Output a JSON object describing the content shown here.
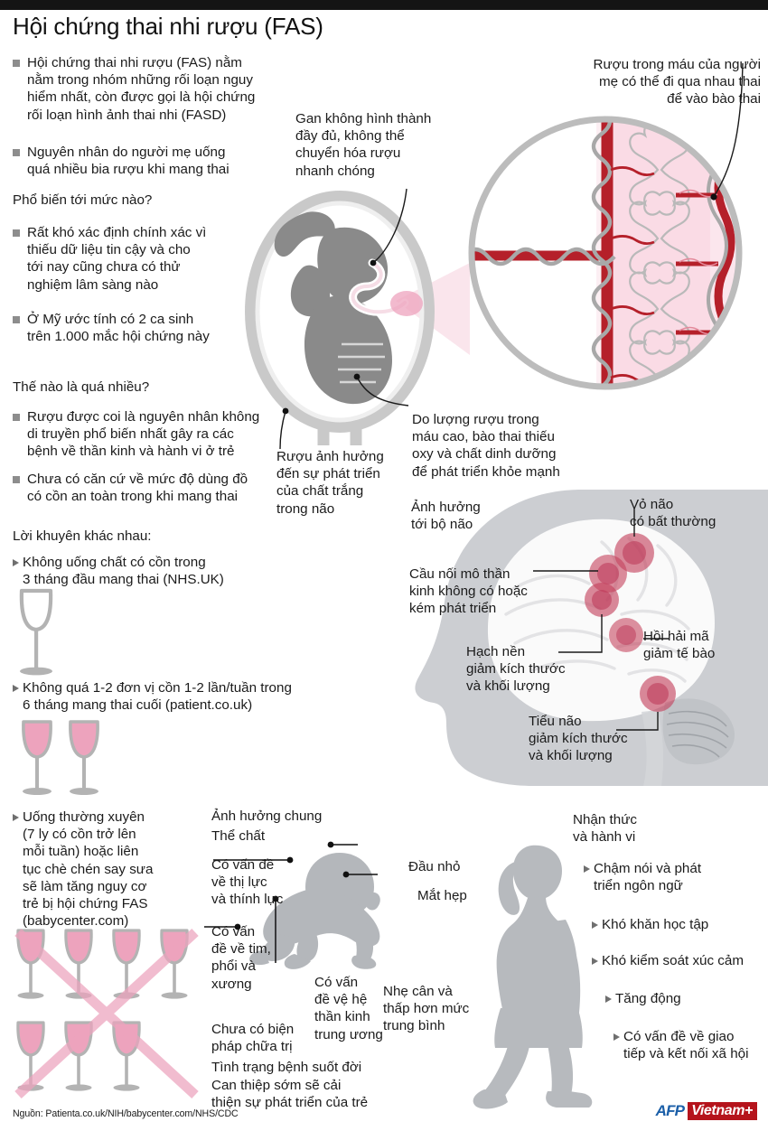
{
  "header": {
    "title": "Hội chứng thai nhi rượu (FAS)"
  },
  "left_column": {
    "intro_bullets": [
      "Hội chứng thai nhi rượu (FAS) nằm\nnằm trong nhóm những rối loạn nguy\nhiểm nhất, còn được gọi là hội chứng\nrối loạn hình ảnh thai nhi (FASD)",
      "Nguyên nhân do người mẹ uống\nquá nhiều bia rượu khi mang thai"
    ],
    "section_prevalence": {
      "heading": "Phổ biến tới mức nào?",
      "bullets": [
        "Rất khó xác định chính xác vì\nthiếu dữ liệu tin cậy và cho\ntới nay cũng chưa có thử\nnghiệm lâm sàng nào",
        "Ở Mỹ ước tính có 2 ca sinh\ntrên 1.000 mắc hội chứng này"
      ]
    },
    "section_howmuch": {
      "heading": "Thế nào là quá nhiều?",
      "bullets": [
        "Rượu được coi là nguyên nhân không\ndi truyền phổ biến nhất gây ra các\nbệnh về thần kinh và hành vi ở trẻ",
        "Chưa có căn cứ về mức độ dùng đồ\ncó cồn an toàn trong khi mang thai"
      ]
    },
    "section_advice": {
      "heading": "Lời khuyên khác nhau:",
      "items": [
        "Không uống chất có cồn trong\n3 tháng đầu mang thai (NHS.UK)",
        "Không quá 1-2 đơn vị cồn 1-2 lần/tuần trong\n6 tháng mang thai cuối (patient.co.uk)",
        "Uống thường xuyên\n(7 ly có cồn trở lên\nmỗi tuần) hoặc liên\ntục chè chén say sưa\nsẽ làm tăng nguy cơ\ntrẻ bị hội chứng FAS\n(babycenter.com)"
      ],
      "glass_groups": [
        {
          "name": "single-empty-glass",
          "count": 1,
          "filled": false,
          "crossed": false
        },
        {
          "name": "two-filled-glasses",
          "count": 2,
          "filled": true,
          "crossed": false
        },
        {
          "name": "seven-filled-glasses-crossed",
          "count": 7,
          "filled": true,
          "crossed": true
        }
      ]
    }
  },
  "fetus_diagram": {
    "labels": {
      "liver": "Gan không hình thành\nđầy đủ, không thể\nchuyển hóa rượu\nnhanh chóng",
      "white_matter": "Rượu ảnh hưởng\nđến sự phát triển\ncủa chất trắng\ntrong não",
      "oxygen": "Do lượng rượu trong\nmáu cao, bào thai thiếu\noxy và chất dinh dưỡng\nđể phát triển khỏe mạnh"
    }
  },
  "placenta_detail": {
    "label": "Rượu trong máu của người\nmẹ có thể đi qua nhau thai\nđể vào bào thai"
  },
  "brain_diagram": {
    "heading": "Ảnh hưởng\ntới bộ não",
    "labels": [
      {
        "name": "cortex",
        "text": "Vỏ não\ncó bất thường"
      },
      {
        "name": "corpus-callosum",
        "text": "Cầu nối mô thần\nkinh không có hoặc\nkém phát triển"
      },
      {
        "name": "hippocampus",
        "text": "Hồi hải mã\ngiảm tế bào"
      },
      {
        "name": "basal-ganglia",
        "text": "Hạch nền\ngiảm kích thước\nvà khối lượng"
      },
      {
        "name": "cerebellum",
        "text": "Tiểu não\ngiảm kích thước\nvà khối lượng"
      }
    ]
  },
  "baby_diagram": {
    "heading": "Ảnh hưởng chung",
    "subheading": "Thể chất",
    "labels": [
      {
        "name": "vision-hearing",
        "text": "Có vấn đề\nvề thị lực\nvà thính lực"
      },
      {
        "name": "heart-lung-bone",
        "text": "Có vấn\nđề về tim,\nphổi và\nxương"
      },
      {
        "name": "small-head",
        "text": "Đầu nhỏ"
      },
      {
        "name": "narrow-eyes",
        "text": "Mắt hẹp"
      },
      {
        "name": "cns",
        "text": "Có vấn\nđề vệ hệ\nthần kinh\ntrung ương"
      },
      {
        "name": "low-weight",
        "text": "Nhẹ cân và\nthấp hơn mức\ntrung bình"
      }
    ],
    "notes": [
      "Chưa có biện\npháp chữa trị",
      "Tình trạng bệnh suốt đời",
      "Can thiệp sớm sẽ cải\nthiện sự phát triển của trẻ"
    ]
  },
  "behavior_section": {
    "heading": "Nhận thức\nvà hành vi",
    "items": [
      "Chậm nói và phát\ntriển ngôn ngữ",
      "Khó khăn học tập",
      "Khó kiểm soát xúc cảm",
      "Tăng động",
      "Có vấn đề về giao\ntiếp và kết nối xã hội"
    ]
  },
  "footer": {
    "source": "Nguồn: Patienta.co.uk/NIH/babycenter.com/NHS/CDC",
    "logo_afp": "AFP",
    "logo_vietnam": "Vietnam+"
  },
  "colors": {
    "bullet_square": "#8d8d8d",
    "bullet_triangle": "#6f6f6f",
    "wine_pink": "#eda3bd",
    "glass_gray": "#b3b3b3",
    "artery_red": "#b5202a",
    "hotspot_red": "#c4415c",
    "silhouette_gray": "#b9bcc0",
    "afp_blue": "#1b5fa8",
    "vietnam_red": "#b5141c"
  }
}
